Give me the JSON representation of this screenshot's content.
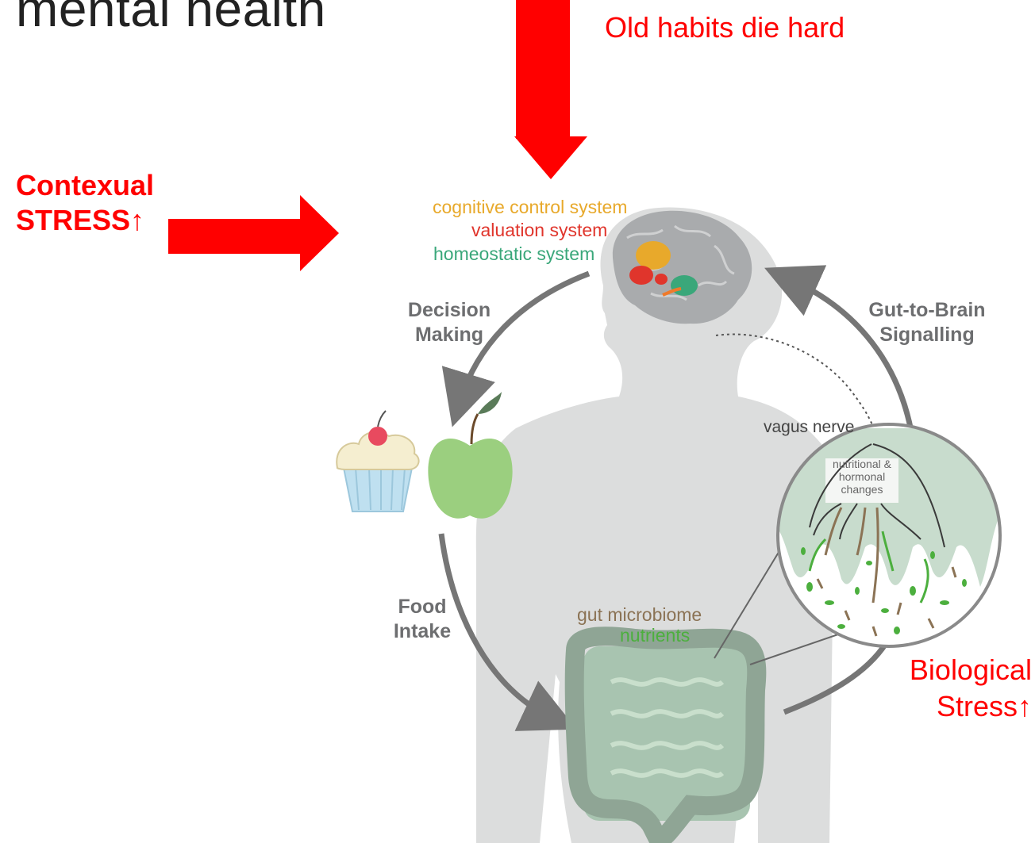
{
  "title": "mental health",
  "annotations": {
    "old_habits": "Old habits die hard",
    "contextual_line1": "Contexual",
    "contextual_line2": "STRESS↑",
    "biological_line1": "Biological",
    "biological_line2": "Stress↑"
  },
  "figure": {
    "systems": {
      "cognitive": "cognitive control system",
      "valuation": "valuation system",
      "homeostatic": "homeostatic system"
    },
    "decision_making": [
      "Decision",
      "Making"
    ],
    "gut_to_brain": [
      "Gut-to-Brain",
      "Signalling"
    ],
    "food_intake": [
      "Food",
      "Intake"
    ],
    "vagus_nerve": "vagus nerve",
    "changes": [
      "nutritional &",
      "hormonal",
      "changes"
    ],
    "gut_microbiome": "gut microbiome",
    "nutrients": "nutrients"
  },
  "colors": {
    "alert_red": "#ff0000",
    "cognitive": "#e8a92b",
    "valuation": "#e0352c",
    "homeostatic": "#3aa77a",
    "microbiome": "#8b7355",
    "nutrients": "#4caf3e",
    "body": "#dcdddd",
    "arrow": "#767676"
  }
}
